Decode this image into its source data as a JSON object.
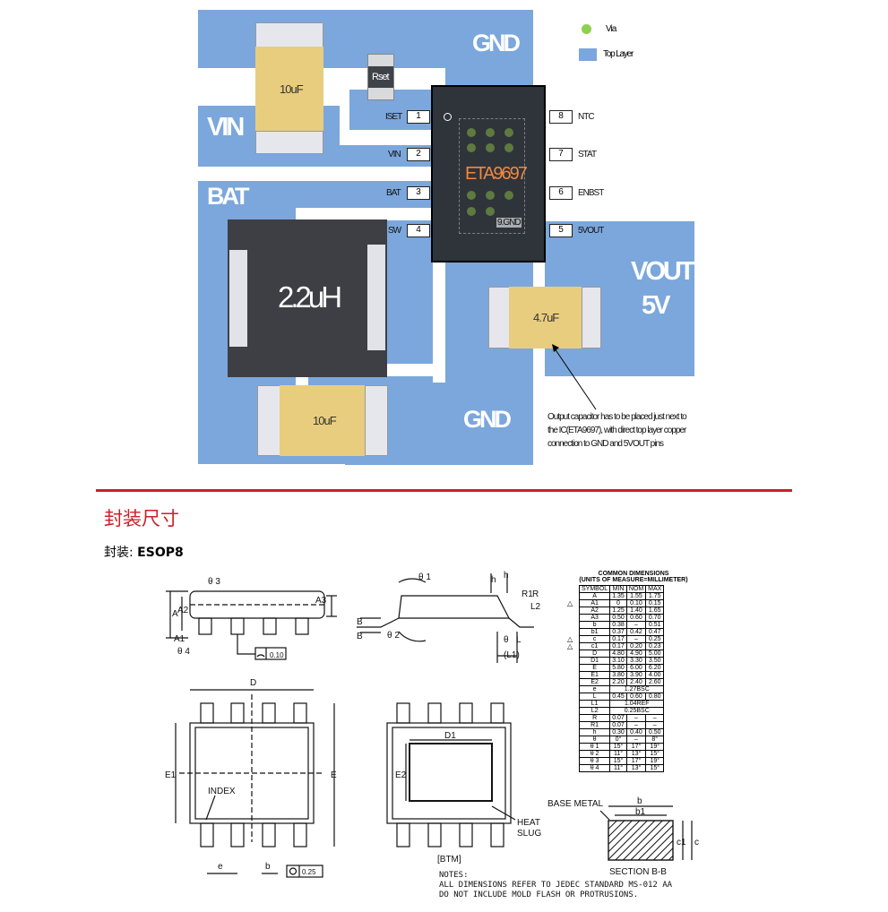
{
  "layout": {
    "legend": [
      {
        "label": "Via",
        "color": "#8fd14f"
      },
      {
        "label": "Top Layer",
        "color": "#7ba7dc"
      }
    ],
    "nets": {
      "gnd_top": "GND",
      "vin": "VIN",
      "bat": "BAT",
      "vout": "VOUT",
      "vout_value": "5V",
      "gnd_bottom": "GND"
    },
    "components": {
      "cap_vin": "10uF",
      "rset": "Rset",
      "inductor": "2.2uH",
      "cap_bat": "10uF",
      "cap_out": "4.7uF"
    },
    "ic": {
      "name": "ETA9697",
      "pad_label": "9.GND",
      "left_pins": [
        {
          "name": "ISET",
          "num": "1"
        },
        {
          "name": "VIN",
          "num": "2"
        },
        {
          "name": "BAT",
          "num": "3"
        },
        {
          "name": "SW",
          "num": "4"
        }
      ],
      "right_pins": [
        {
          "name": "NTC",
          "num": "8"
        },
        {
          "name": "STAT",
          "num": "7"
        },
        {
          "name": "ENBST",
          "num": "6"
        },
        {
          "name": "5VOUT",
          "num": "5"
        }
      ]
    },
    "note_lines": [
      "Output capacitor has to be placed just next to",
      "the IC(ETA9697), with direct top layer copper",
      "connection to GND and 5VOUT pins"
    ]
  },
  "section": {
    "title": "封装尺寸",
    "package_label": "封装: ",
    "package_name": "ESOP8"
  },
  "drawing": {
    "labels": {
      "theta3": "θ 3",
      "A": "A",
      "A2": "A2",
      "A1": "A1",
      "theta4": "θ 4",
      "A3": "A3",
      "flat": "0.10",
      "theta1": "θ 1",
      "theta2": "θ 2",
      "B1": "B",
      "B2": "B",
      "h1": "h",
      "h2": "h",
      "R1": "R1",
      "R": "R",
      "L2": "L2",
      "theta": "θ",
      "L": "L",
      "L1": "(L1)",
      "D": "D",
      "E1": "E1",
      "E": "E",
      "index": "INDEX",
      "e": "e",
      "b": "b",
      "pos": "0.25",
      "D1": "D1",
      "E2": "E2",
      "heat1": "HEAT",
      "heat2": "SLUG",
      "btm": "[BTM]",
      "base_metal": "BASE METAL",
      "sb": "b",
      "sb1": "b1",
      "c1": "c1",
      "c": "c",
      "section_bb": "SECTION  B-B"
    },
    "notes_title": "NOTES:",
    "notes": [
      "ALL DIMENSIONS REFER TO JEDEC STANDARD MS-012 AA",
      "DO NOT INCLUDE MOLD FLASH OR PROTRUSIONS."
    ]
  },
  "dimensions_table": {
    "title": "COMMON DIMENSIONS",
    "subtitle": "(UNITS OF MEASURE=MILLIMETER)",
    "headers": [
      "SYMBOL",
      "MIN",
      "NOM",
      "MAX"
    ],
    "rows": [
      {
        "sym": "A",
        "min": "1.35",
        "nom": "1.55",
        "max": "1.75",
        "mark": false
      },
      {
        "sym": "A1",
        "min": "0",
        "nom": "0.10",
        "max": "0.15",
        "mark": true
      },
      {
        "sym": "A2",
        "min": "1.25",
        "nom": "1.40",
        "max": "1.65",
        "mark": false
      },
      {
        "sym": "A3",
        "min": "0.50",
        "nom": "0.60",
        "max": "0.70",
        "mark": false
      },
      {
        "sym": "b",
        "min": "0.38",
        "nom": "–",
        "max": "0.51",
        "mark": false
      },
      {
        "sym": "b1",
        "min": "0.37",
        "nom": "0.42",
        "max": "0.47",
        "mark": false
      },
      {
        "sym": "c",
        "min": "0.17",
        "nom": "–",
        "max": "0.25",
        "mark": true
      },
      {
        "sym": "c1",
        "min": "0.17",
        "nom": "0.20",
        "max": "0.23",
        "mark": true
      },
      {
        "sym": "D",
        "min": "4.80",
        "nom": "4.90",
        "max": "5.00",
        "mark": false
      },
      {
        "sym": "D1",
        "min": "3.10",
        "nom": "3.30",
        "max": "3.50",
        "mark": false
      },
      {
        "sym": "E",
        "min": "5.80",
        "nom": "6.00",
        "max": "6.20",
        "mark": false
      },
      {
        "sym": "E1",
        "min": "3.80",
        "nom": "3.90",
        "max": "4.00",
        "mark": false
      },
      {
        "sym": "E2",
        "min": "2.20",
        "nom": "2.40",
        "max": "2.60",
        "mark": false
      },
      {
        "sym": "e",
        "span": "1.27BSC",
        "mark": false
      },
      {
        "sym": "L",
        "min": "0.45",
        "nom": "0.60",
        "max": "0.80",
        "mark": false
      },
      {
        "sym": "L1",
        "span": "1.04REF",
        "mark": false
      },
      {
        "sym": "L2",
        "span": "0.25BSC",
        "mark": false
      },
      {
        "sym": "R",
        "min": "0.07",
        "nom": "–",
        "max": "–",
        "mark": false
      },
      {
        "sym": "R1",
        "min": "0.07",
        "nom": "–",
        "max": "–",
        "mark": false
      },
      {
        "sym": "h",
        "min": "0.30",
        "nom": "0.40",
        "max": "0.50",
        "mark": false
      },
      {
        "sym": "θ",
        "min": "0°",
        "nom": "–",
        "max": "8°",
        "mark": false
      },
      {
        "sym": "θ 1",
        "min": "15°",
        "nom": "17°",
        "max": "19°",
        "mark": false
      },
      {
        "sym": "θ 2",
        "min": "11°",
        "nom": "13°",
        "max": "15°",
        "mark": false
      },
      {
        "sym": "θ 3",
        "min": "15°",
        "nom": "17°",
        "max": "19°",
        "mark": false
      },
      {
        "sym": "θ 4",
        "min": "11°",
        "nom": "13°",
        "max": "15°",
        "mark": false
      }
    ]
  },
  "colors": {
    "copper": "#7ba7dc",
    "ic_body": "#2f343b",
    "cap_yellow": "#e9cd7e",
    "inductor": "#3d3f44",
    "ic_text": "#f0883e",
    "divider": "#cc1f27"
  }
}
